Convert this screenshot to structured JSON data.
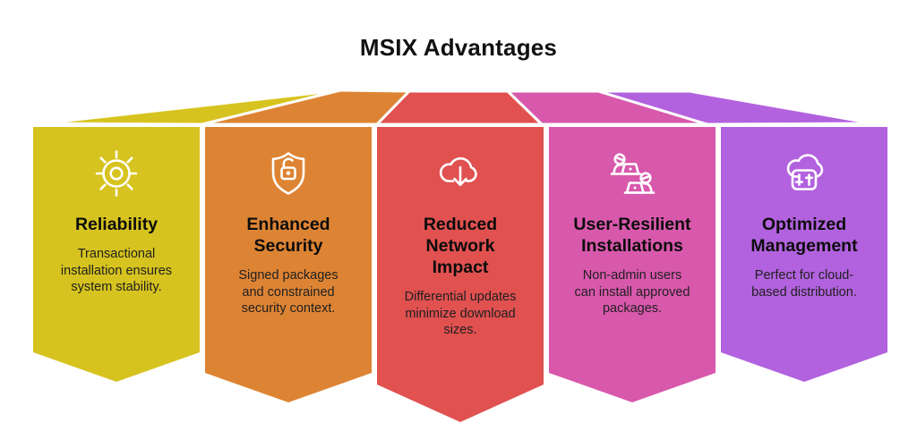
{
  "title": "MSIX Advantages",
  "theme": {
    "background": "#ffffff",
    "title_color": "#111111",
    "heading_color": "#0c0c0c",
    "body_text_color": "#1f1f1f",
    "icon_color": "#ffffff"
  },
  "banners": [
    {
      "id": "reliability",
      "color": "#d7c31f",
      "icon": "sun-icon",
      "title": "Reliability",
      "description": "Transactional\ninstallation ensures\nsystem stability."
    },
    {
      "id": "enhanced-security",
      "color": "#dd8434",
      "icon": "shield-lock-icon",
      "title": "Enhanced\nSecurity",
      "description": "Signed packages\nand constrained\nsecurity context."
    },
    {
      "id": "reduced-network-impact",
      "color": "#e05150",
      "icon": "cloud-download-icon",
      "title": "Reduced\nNetwork\nImpact",
      "description": "Differential updates\nminimize download\nsizes."
    },
    {
      "id": "user-resilient-installations",
      "color": "#d858ac",
      "icon": "people-laptops-icon",
      "title": "User-Resilient\nInstallations",
      "description": "Non-admin users\ncan install approved\npackages."
    },
    {
      "id": "optimized-management",
      "color": "#b262de",
      "icon": "cloud-sliders-icon",
      "title": "Optimized\nManagement",
      "description": "Perfect for cloud-\nbased distribution."
    }
  ]
}
